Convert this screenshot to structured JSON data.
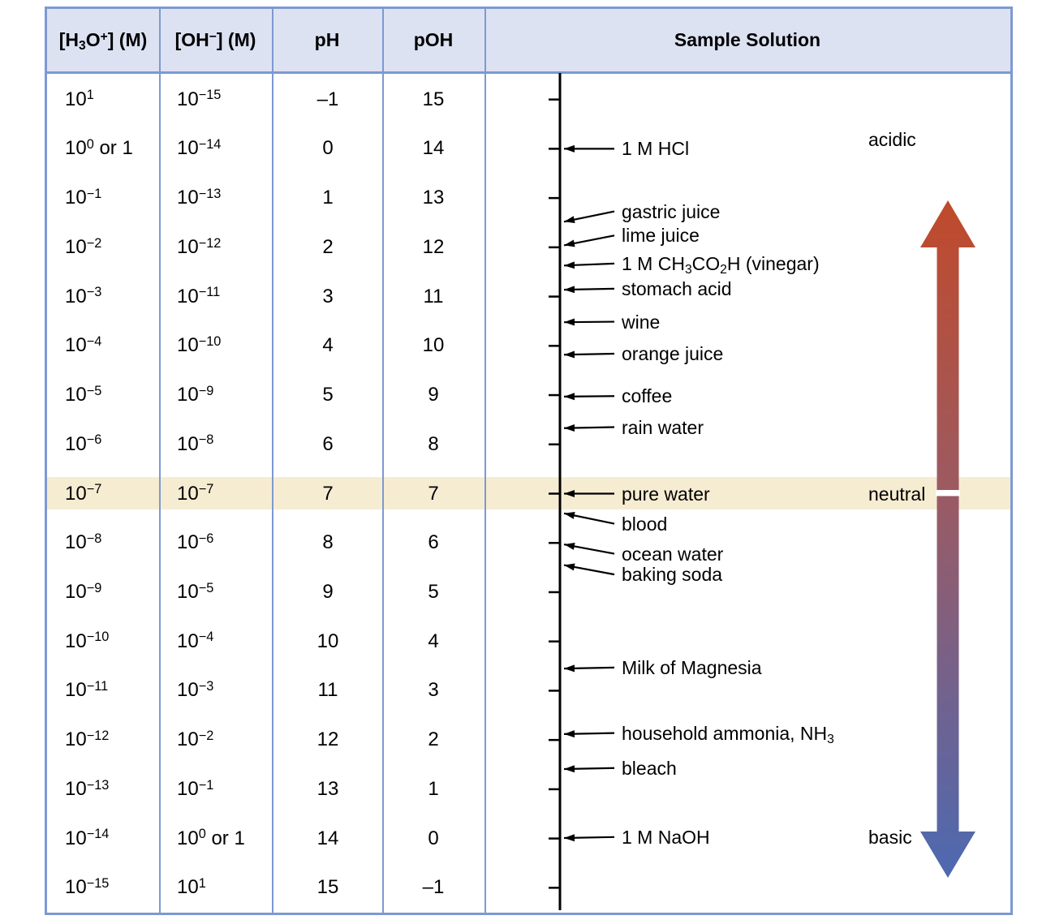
{
  "figure": {
    "headers": [
      {
        "id": "h3o",
        "label": "[H~3~O^+^] (M)"
      },
      {
        "id": "oh",
        "label": "[OH^−^] (M)"
      },
      {
        "id": "ph",
        "label": "pH"
      },
      {
        "id": "poh",
        "label": "pOH"
      },
      {
        "id": "sample",
        "label": "Sample Solution"
      }
    ],
    "rows": [
      {
        "h3o": "10^1^",
        "oh": "10^−15^",
        "ph": "–1",
        "poh": "15",
        "neutral": false
      },
      {
        "h3o": "10^0^ or 1",
        "oh": "10^−14^",
        "ph": "0",
        "poh": "14",
        "neutral": false
      },
      {
        "h3o": "10^−1^",
        "oh": "10^−13^",
        "ph": "1",
        "poh": "13",
        "neutral": false
      },
      {
        "h3o": "10^−2^",
        "oh": "10^−12^",
        "ph": "2",
        "poh": "12",
        "neutral": false
      },
      {
        "h3o": "10^−3^",
        "oh": "10^−11^",
        "ph": "3",
        "poh": "11",
        "neutral": false
      },
      {
        "h3o": "10^−4^",
        "oh": "10^−10^",
        "ph": "4",
        "poh": "10",
        "neutral": false
      },
      {
        "h3o": "10^−5^",
        "oh": "10^−9^",
        "ph": "5",
        "poh": "9",
        "neutral": false
      },
      {
        "h3o": "10^−6^",
        "oh": "10^−8^",
        "ph": "6",
        "poh": "8",
        "neutral": false
      },
      {
        "h3o": "10^−7^",
        "oh": "10^−7^",
        "ph": "7",
        "poh": "7",
        "neutral": true
      },
      {
        "h3o": "10^−8^",
        "oh": "10^−6^",
        "ph": "8",
        "poh": "6",
        "neutral": false
      },
      {
        "h3o": "10^−9^",
        "oh": "10^−5^",
        "ph": "9",
        "poh": "5",
        "neutral": false
      },
      {
        "h3o": "10^−10^",
        "oh": "10^−4^",
        "ph": "10",
        "poh": "4",
        "neutral": false
      },
      {
        "h3o": "10^−11^",
        "oh": "10^−3^",
        "ph": "11",
        "poh": "3",
        "neutral": false
      },
      {
        "h3o": "10^−12^",
        "oh": "10^−2^",
        "ph": "12",
        "poh": "2",
        "neutral": false
      },
      {
        "h3o": "10^−13^",
        "oh": "10^−1^",
        "ph": "13",
        "poh": "1",
        "neutral": false
      },
      {
        "h3o": "10^−14^",
        "oh": "10^0^ or 1",
        "ph": "14",
        "poh": "0",
        "neutral": false
      },
      {
        "h3o": "10^−15^",
        "oh": "10^1^",
        "ph": "15",
        "poh": "–1",
        "neutral": false
      }
    ],
    "scale": {
      "ph_min": -1,
      "ph_max": 15,
      "samples": [
        {
          "label": "1 M HCl",
          "ph": 0,
          "label_ph": 0
        },
        {
          "label": "gastric juice",
          "ph": 1.48,
          "label_ph": 1.27
        },
        {
          "label": "lime juice",
          "ph": 1.96,
          "label_ph": 1.76
        },
        {
          "label": "1 M CH~3~CO~2~H (vinegar)",
          "ph": 2.37,
          "label_ph": 2.33
        },
        {
          "label": "stomach acid",
          "ph": 2.86,
          "label_ph": 2.84
        },
        {
          "label": "wine",
          "ph": 3.52,
          "label_ph": 3.51
        },
        {
          "label": "orange juice",
          "ph": 4.18,
          "label_ph": 4.16
        },
        {
          "label": "coffee",
          "ph": 5.03,
          "label_ph": 5.02
        },
        {
          "label": "rain water",
          "ph": 5.67,
          "label_ph": 5.65
        },
        {
          "label": "pure water",
          "ph": 7.0,
          "label_ph": 7.0
        },
        {
          "label": "blood",
          "ph": 7.4,
          "label_ph": 7.61
        },
        {
          "label": "ocean water",
          "ph": 8.03,
          "label_ph": 8.22
        },
        {
          "label": "baking soda",
          "ph": 8.45,
          "label_ph": 8.64
        },
        {
          "label": "Milk of Magnesia",
          "ph": 10.55,
          "label_ph": 10.53
        },
        {
          "label": "household ammonia, NH~3~",
          "ph": 11.88,
          "label_ph": 11.86
        },
        {
          "label": "bleach",
          "ph": 12.59,
          "label_ph": 12.57
        },
        {
          "label": "1 M NaOH",
          "ph": 13.99,
          "label_ph": 13.97
        }
      ]
    },
    "zones": [
      {
        "id": "acidic",
        "label": "acidic",
        "ph": -0.19
      },
      {
        "id": "neutral",
        "label": "neutral",
        "ph": 7.0
      },
      {
        "id": "basic",
        "label": "basic",
        "ph": 13.97
      }
    ]
  },
  "colors": {
    "grid": "#7d99d1",
    "header_bg": "#dde2f2",
    "neutral_band": "#f6ecd2",
    "ink": "#000000",
    "arrow_top": "#c04a2b",
    "arrow_mid": "#9c5a62",
    "arrow_lower": "#72628e",
    "arrow_bottom": "#4d69b1",
    "neutral_gap": "#ffffff"
  }
}
